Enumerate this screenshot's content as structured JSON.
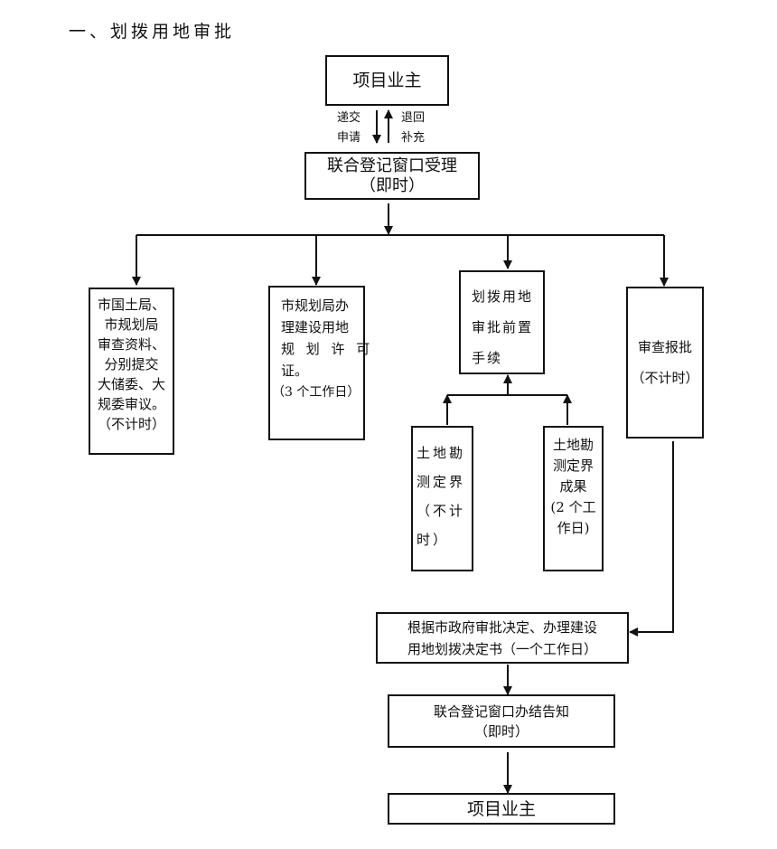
{
  "title": "一、划拨用地审批",
  "nodes": {
    "owner_top": {
      "lines": [
        "项目业主"
      ]
    },
    "submit_label": {
      "lines": [
        "递交",
        "申请"
      ]
    },
    "return_label": {
      "lines": [
        "退回",
        "补充"
      ]
    },
    "window_accept": {
      "lines": [
        "联合登记窗口受理",
        "（即时）"
      ]
    },
    "land_review": {
      "lines": [
        "市国土局、",
        "市规划局",
        "审查资料、",
        "分别提交",
        "大储委、大",
        "规委审议。",
        "（不计时）"
      ]
    },
    "planning_permit": {
      "lines": [
        "市规划局办",
        "理建设用地",
        "规 划 许 可",
        "证。",
        "（3 个工作日）"
      ]
    },
    "pre_procedures": {
      "lines": [
        "划拨用地",
        "审批前置",
        "手续"
      ]
    },
    "survey": {
      "lines": [
        "土地勘",
        "测定界",
        "（不计",
        "时）"
      ]
    },
    "survey_result": {
      "lines": [
        "土地勘",
        "测定界",
        "成果",
        "(2 个工",
        "作日)"
      ]
    },
    "review_approval": {
      "lines": [
        "审查报批",
        "（不计时）"
      ]
    },
    "allocation_decision": {
      "lines": [
        "根据市政府审批决定、办理建设",
        "用地划拨决定书（一个工作日）"
      ]
    },
    "window_notify": {
      "lines": [
        "联合登记窗口办结告知",
        "（即时）"
      ]
    },
    "owner_bottom": {
      "lines": [
        "项目业主"
      ]
    }
  }
}
